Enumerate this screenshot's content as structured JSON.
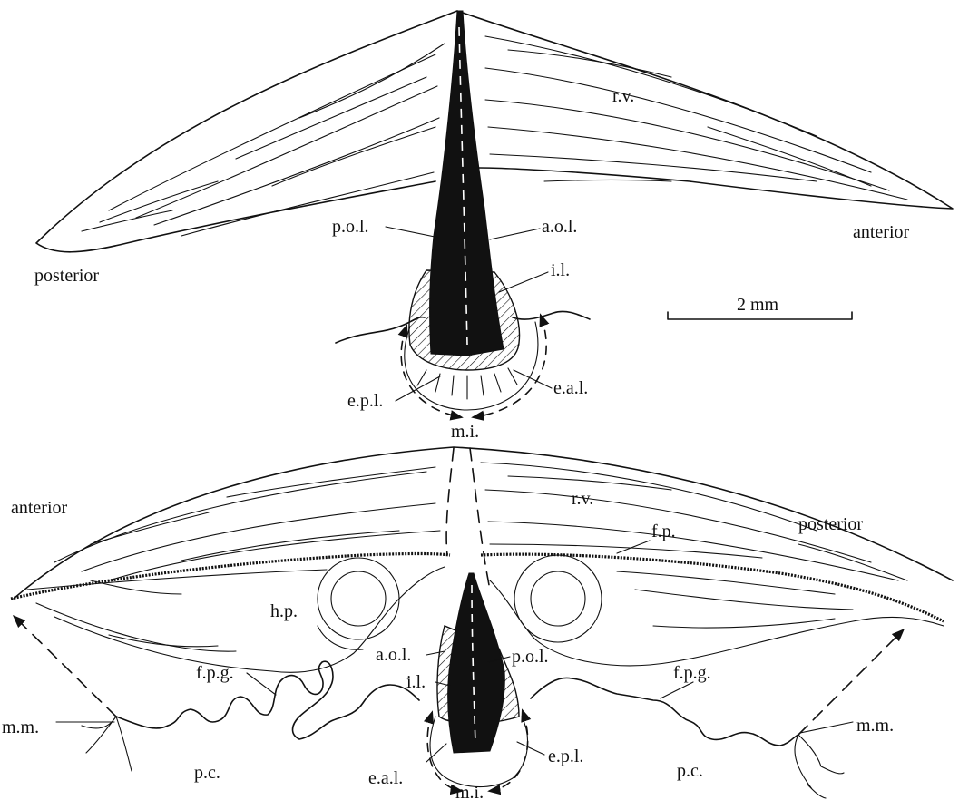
{
  "top_figure": {
    "labels": {
      "rv": "r.v.",
      "posterior": "posterior",
      "anterior": "anterior",
      "pol": "p.o.l.",
      "aol": "a.o.l.",
      "il": "i.l.",
      "epl": "e.p.l.",
      "eal": "e.a.l.",
      "mi": "m.i."
    },
    "scale_bar": "2 mm"
  },
  "bottom_figure": {
    "labels": {
      "anterior": "anterior",
      "posterior": "posterior",
      "rv": "r.v.",
      "fp": "f.p.",
      "hp": "h.p.",
      "aol": "a.o.l.",
      "pol": "p.o.l.",
      "il": "i.l.",
      "fpg_left": "f.p.g.",
      "fpg_right": "f.p.g.",
      "mm_left": "m.m.",
      "mm_right": "m.m.",
      "pc_left": "p.c.",
      "pc_right": "p.c.",
      "eal": "e.a.l.",
      "epl": "e.p.l.",
      "mi": "m.i."
    }
  },
  "colors": {
    "ink": "#111111",
    "background": "#ffffff"
  }
}
